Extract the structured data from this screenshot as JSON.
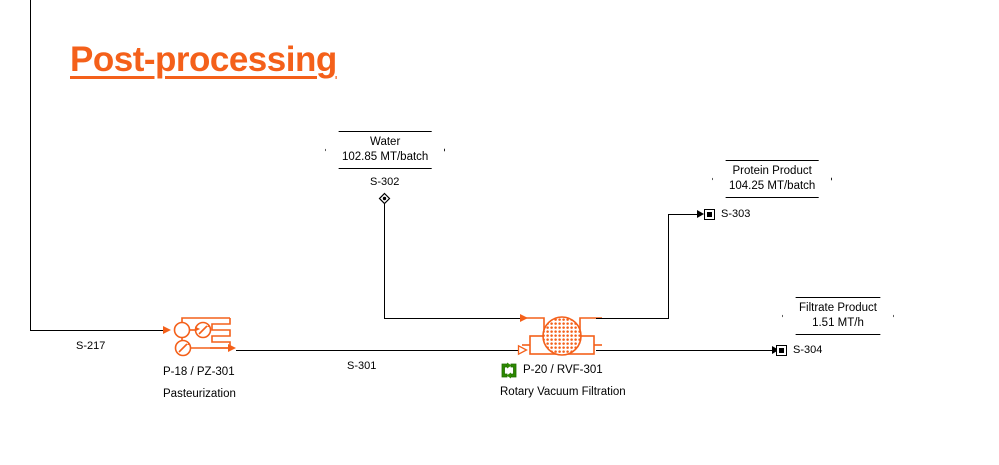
{
  "page": {
    "title": "Post-processing",
    "title_color": "#f4601a",
    "background": "#ffffff",
    "line_color": "#000000",
    "equipment_color": "#f4601a",
    "recycle_icon_color": "#339900"
  },
  "streams": [
    {
      "id": "S-217",
      "label": "S-217",
      "tag": null,
      "role": "feed-inlet"
    },
    {
      "id": "S-302",
      "label": "S-302",
      "tag": {
        "name": "Water",
        "rate": "102.85 MT/batch"
      },
      "role": "input-source",
      "marker": "diamond-source"
    },
    {
      "id": "S-301",
      "label": "S-301",
      "tag": null,
      "role": "intermediate"
    },
    {
      "id": "S-303",
      "label": "S-303",
      "tag": {
        "name": "Protein Product",
        "rate": "104.25 MT/batch"
      },
      "role": "output-sink",
      "marker": "square-sink"
    },
    {
      "id": "S-304",
      "label": "S-304",
      "tag": {
        "name": "Filtrate Product",
        "rate": "1.51 MT/h"
      },
      "role": "output-sink",
      "marker": "square-sink"
    }
  ],
  "units": [
    {
      "id": "P-18 / PZ-301",
      "name": "Pasteurization",
      "icon": "pasteurizer-icon",
      "has_recycle_icon": false
    },
    {
      "id": "P-20 / RVF-301",
      "name": "Rotary Vacuum Filtration",
      "icon": "rotary-vacuum-filter-icon",
      "has_recycle_icon": true
    }
  ],
  "icons": {
    "source_marker": "diamond-source-icon",
    "sink_marker": "square-sink-icon",
    "recycle": "recycle-icon"
  }
}
